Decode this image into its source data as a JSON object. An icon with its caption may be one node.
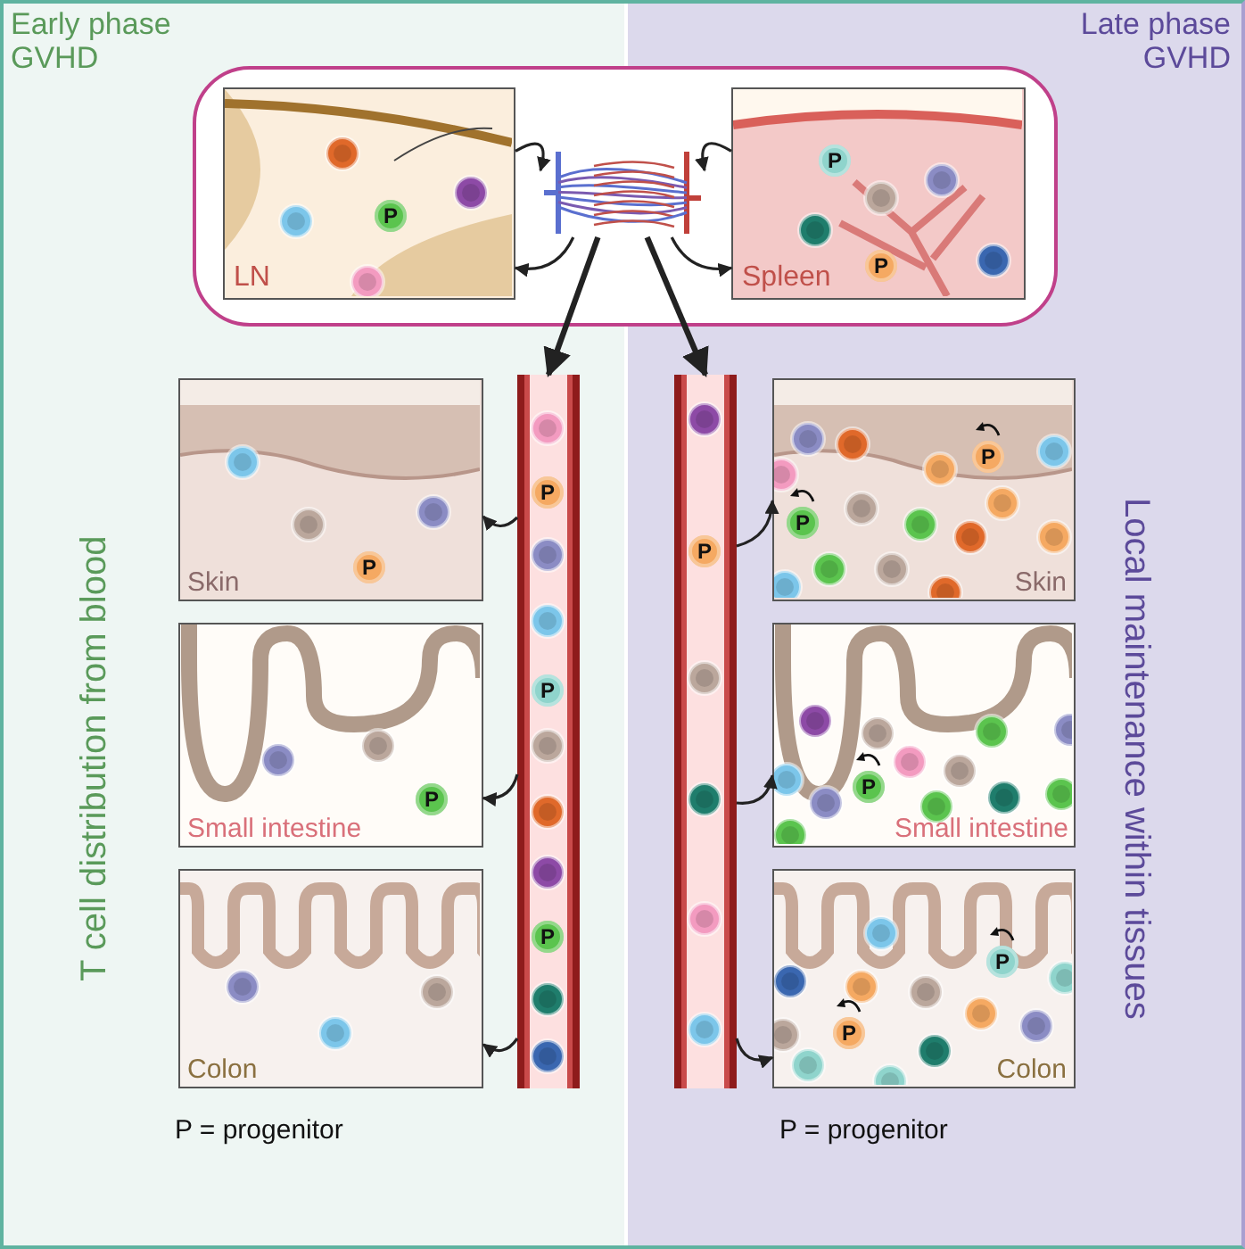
{
  "diagram": {
    "nodes": [
      {
        "text": [],
        "shape": "box"
      },
      {
        "text": [
          "LN"
        ],
        "in": 0
      },
      {
        "text": [],
        "shape": "picture",
        "in": 0
      },
      {
        "text": [
          "Spleen"
        ],
        "in": 0
      },
      {
        "text": [],
        "shape": "picture"
      },
      {
        "text": [
          "Skin"
        ]
      },
      {
        "text": [
          "Small intestine"
        ]
      },
      {
        "text": [
          "Colon"
        ]
      },
      {
        "text": [],
        "shape": "picture"
      },
      {
        "text": [
          "Skin"
        ]
      },
      {
        "text": [
          "Small intestine"
        ]
      },
      {
        "text": [
          "Colon"
        ]
      }
    ],
    "edges": [
      {
        "from": 1,
        "to": 2,
        "arrow": "to"
      },
      {
        "from": 3,
        "to": 2,
        "arrow": "to"
      },
      {
        "from": 2,
        "to": 1,
        "arrow": "to"
      },
      {
        "from": 2,
        "to": 3,
        "arrow": "to"
      },
      {
        "from": 2,
        "to": 4,
        "arrow": "to",
        "style": "thick"
      },
      {
        "from": 2,
        "to": 8,
        "arrow": "to",
        "style": "thick"
      },
      {
        "from": 4,
        "to": 5,
        "arrow": "to"
      },
      {
        "from": 4,
        "to": 6,
        "arrow": "to"
      },
      {
        "from": 4,
        "to": 7,
        "arrow": "to"
      },
      {
        "from": 8,
        "to": 9,
        "arrow": "to"
      },
      {
        "from": 8,
        "to": 10,
        "arrow": "to"
      },
      {
        "from": 8,
        "to": 11,
        "arrow": "to"
      }
    ],
    "labels": [
      "Early phase GVHD",
      "Late phase GVHD",
      "T cell distribution from blood",
      "Local maintenance within tissues",
      "P",
      "P",
      "P",
      "P",
      "P",
      "P",
      "P",
      "P",
      "P",
      "P",
      "P",
      "P",
      "P",
      "P",
      "P = progenitor",
      "P = progenitor"
    ]
  }
}
